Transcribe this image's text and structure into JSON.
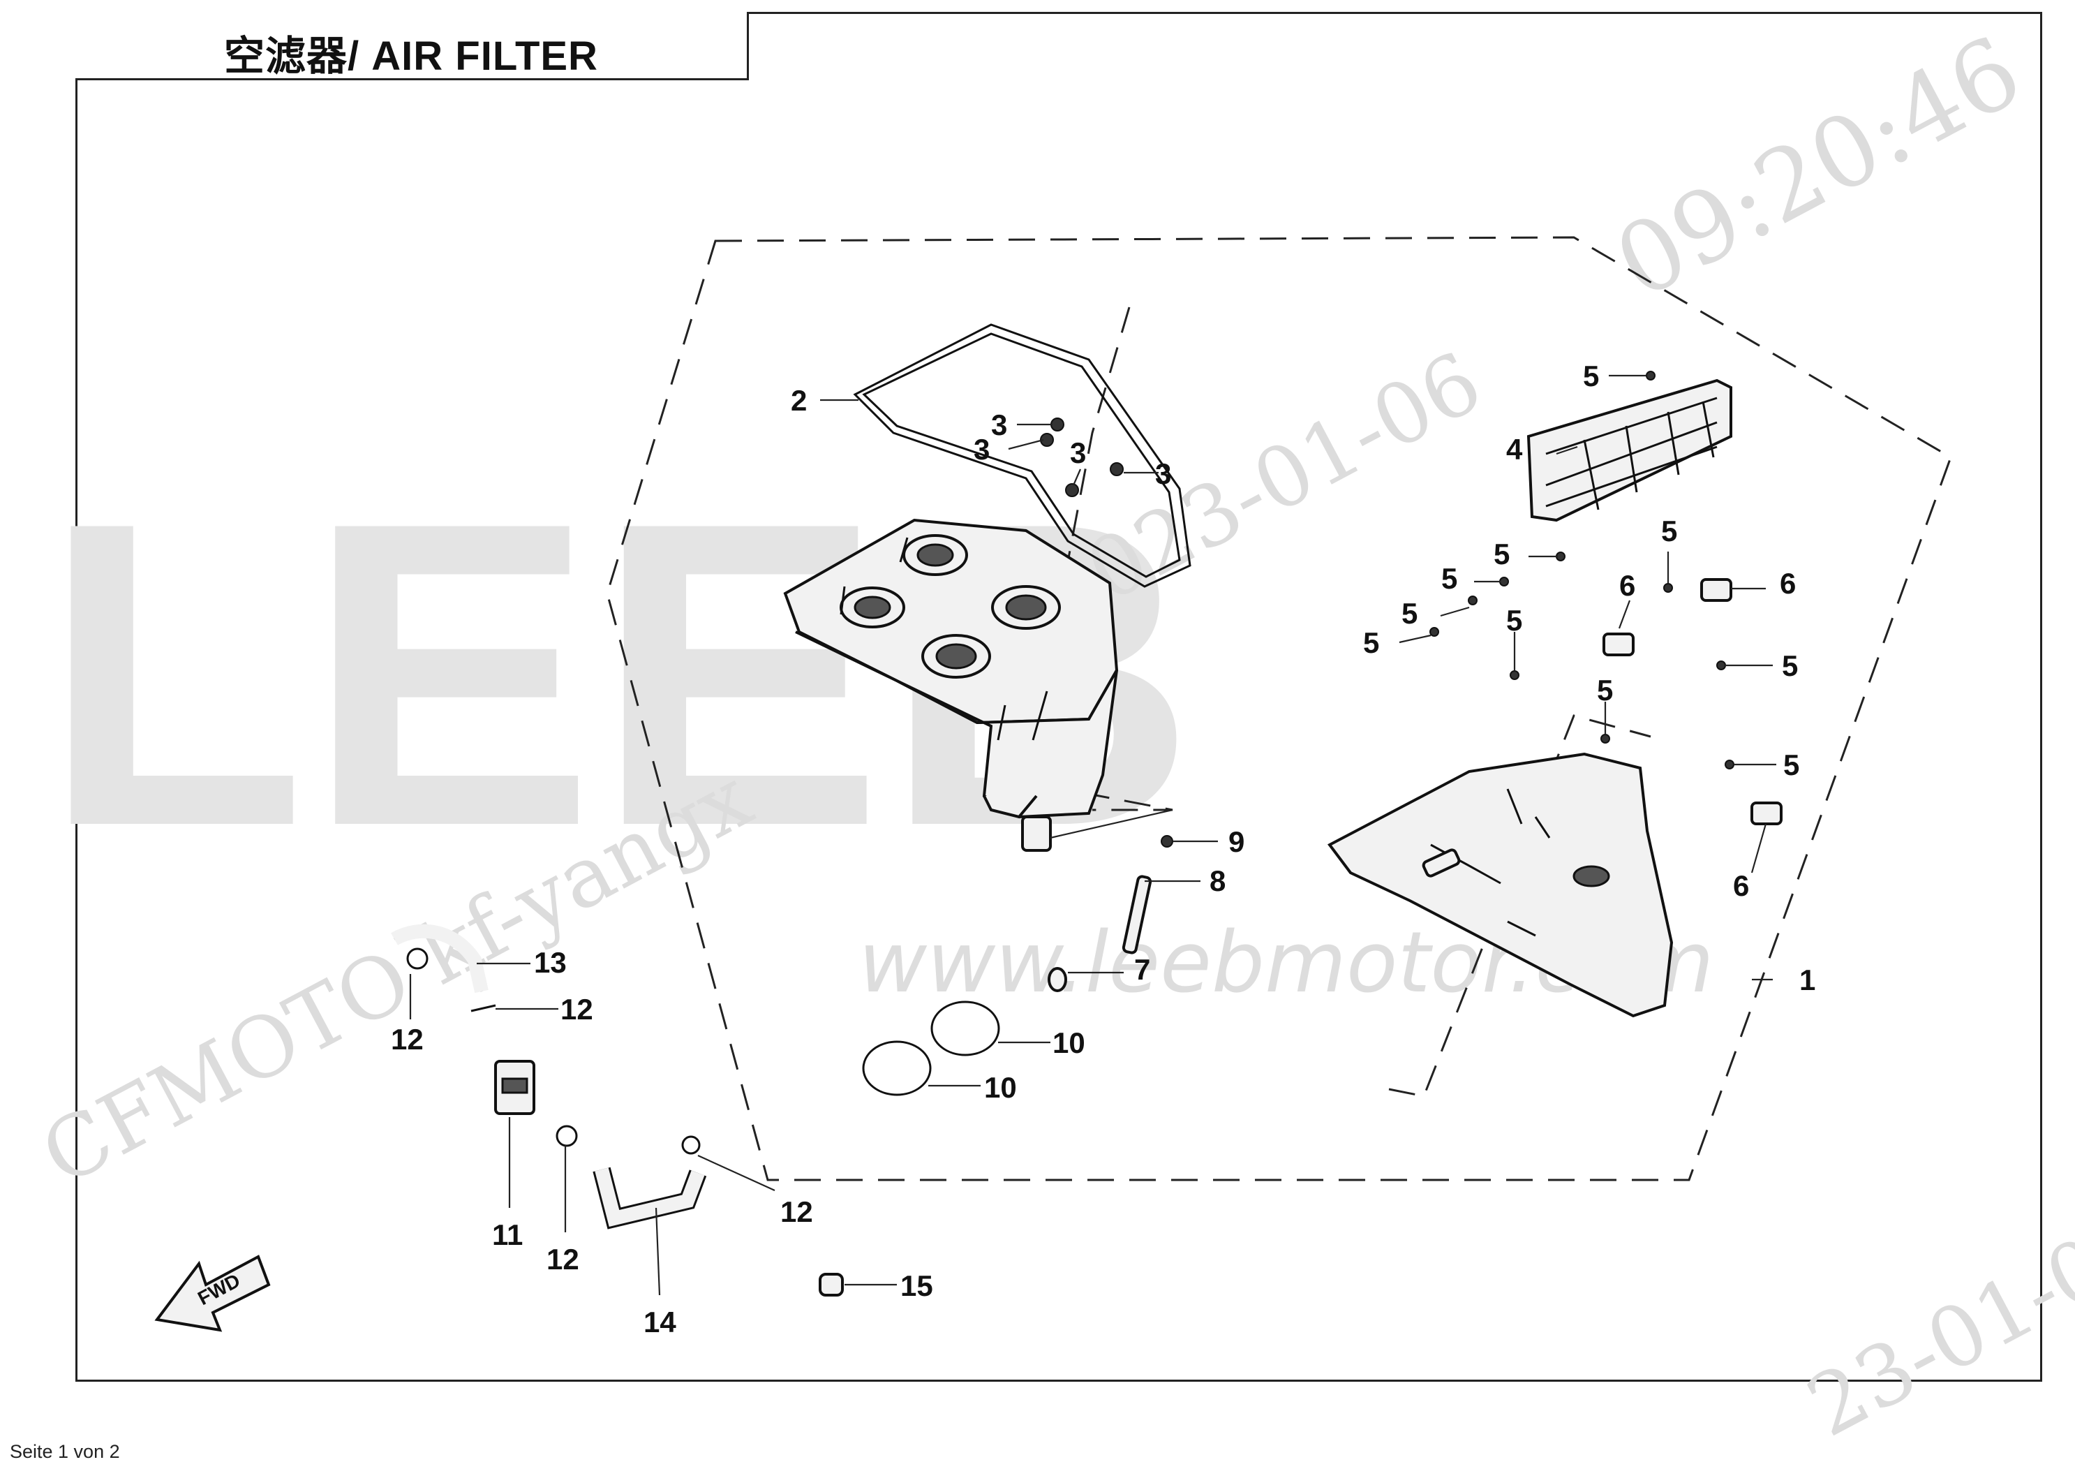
{
  "title": "空滤器/ AIR FILTER",
  "footer": "Seite 1 von 2",
  "watermarks": {
    "brand": "LEEB",
    "url": "www.leebmotor.com",
    "user": "CFMOTO kf-yangx",
    "date": "2023-01-06",
    "time": "09:20:46",
    "date_partial": "23-01-0"
  },
  "fwd_arrow": "FWD",
  "callouts": {
    "c1": "1",
    "c2": "2",
    "c3a": "3",
    "c3b": "3",
    "c3c": "3",
    "c3d": "3",
    "c4": "4",
    "c5a": "5",
    "c5b": "5",
    "c5c": "5",
    "c5d": "5",
    "c5e": "5",
    "c5f": "5",
    "c5g": "5",
    "c5h": "5",
    "c5i": "5",
    "c5j": "5",
    "c6a": "6",
    "c6b": "6",
    "c6c": "6",
    "c7": "7",
    "c8": "8",
    "c9": "9",
    "c10a": "10",
    "c10b": "10",
    "c11": "11",
    "c12a": "12",
    "c12b": "12",
    "c12c": "12",
    "c12d": "12",
    "c13": "13",
    "c14": "14",
    "c15": "15"
  }
}
